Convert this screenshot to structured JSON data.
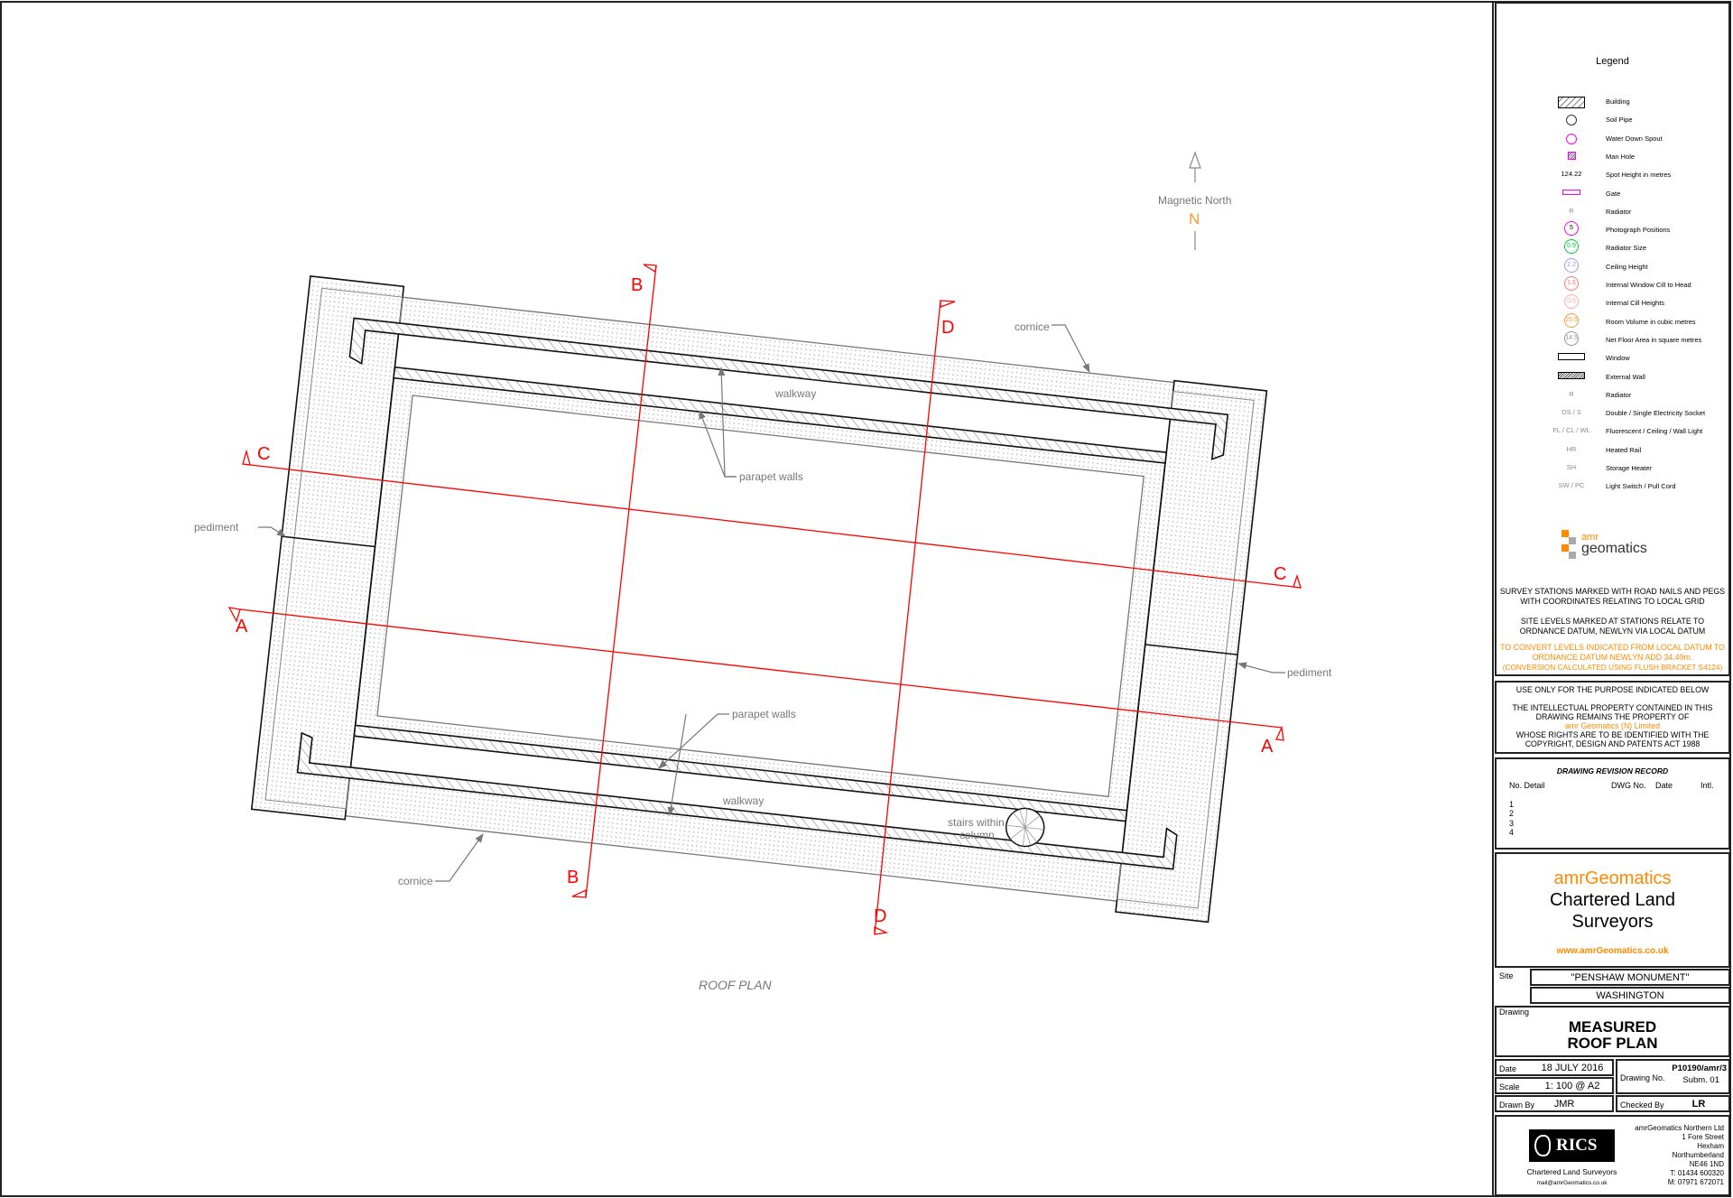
{
  "drawing": {
    "title": "ROOF PLAN",
    "north_label": "Magnetic North",
    "north_letter": "N",
    "labels": {
      "walkway_top": "walkway",
      "walkway_bottom": "walkway",
      "parapet_top": "parapet walls",
      "parapet_bottom": "parapet walls",
      "cornice_top": "cornice",
      "cornice_bottom": "cornice",
      "pediment_left": "pediment",
      "pediment_right": "pediment",
      "stairs_1": "stairs within",
      "stairs_2": "column"
    },
    "sections": {
      "a": "A",
      "b": "B",
      "c": "C",
      "d": "D"
    },
    "colors": {
      "section": "#ff0000",
      "north": "#ff9933"
    }
  },
  "legend": {
    "title": "Legend",
    "items": [
      {
        "symbol": "building-hatch",
        "label": "Building"
      },
      {
        "symbol": "soil-pipe-circle",
        "label": "Soil Pipe"
      },
      {
        "symbol": "spout-circle",
        "label": "Water Down Spout"
      },
      {
        "symbol": "manhole-square",
        "label": "Man Hole"
      },
      {
        "symbol_text": "124.22",
        "label": "Spot Height in metres"
      },
      {
        "symbol": "gate",
        "label": "Gate"
      },
      {
        "symbol_text": "R",
        "label": "Radiator"
      },
      {
        "symbol_text": "5",
        "label": "Photograph Positions",
        "color": "#ff00ff"
      },
      {
        "symbol_text": "0.9",
        "label": "Radiator Size",
        "color": "#00cc33"
      },
      {
        "symbol_text": "2.2",
        "label": "Ceiling Height",
        "color": "#9999ff"
      },
      {
        "symbol_text": "1.6",
        "label": "Internal Window Cill to Head",
        "color": "#ff7777"
      },
      {
        "symbol_text": "0.6",
        "label": "Internal Cill Heights",
        "color": "#ffaaaa"
      },
      {
        "symbol_text": "25.5",
        "label": "Room Volume in cubic metres",
        "color": "#ff9933"
      },
      {
        "symbol_text": "14.5",
        "label": "Net Floor Area in square metres",
        "color": "#999999"
      },
      {
        "symbol": "window",
        "label": "Window"
      },
      {
        "symbol": "external-wall",
        "label": "External Wall"
      },
      {
        "symbol_text": "R",
        "label": "Radiator"
      },
      {
        "symbol_text": "DS / S",
        "label": "Double / Single Electricity Socket"
      },
      {
        "symbol_text": "FL / CL / WL",
        "label": "Fluorescent / Ceiling / Wall Light"
      },
      {
        "symbol_text": "HR",
        "label": "Heated Rail"
      },
      {
        "symbol_text": "SH",
        "label": "Storage Heater"
      },
      {
        "symbol_text": "SW / PC",
        "label": "Light Switch / Pull Cord"
      }
    ]
  },
  "logo": {
    "small": "amr",
    "big": "geomatics"
  },
  "notes": {
    "n1": "SURVEY STATIONS MARKED WITH ROAD NAILS AND PEGS",
    "n2": "WITH COORDINATES RELATING TO LOCAL GRID",
    "n3": "SITE LEVELS MARKED AT STATIONS RELATE TO",
    "n4": "ORDNANCE DATUM, NEWLYN VIA LOCAL DATUM",
    "o1": "TO CONVERT LEVELS INDICATED FROM LOCAL DATUM TO",
    "o2": "ORDNANCE DATUM NEWLYN ADD 34.49m.",
    "o3": "(CONVERSION CALCULATED USING FLUSH BRACKET S4124)"
  },
  "copyright": {
    "l1": "USE ONLY FOR THE PURPOSE INDICATED BELOW",
    "l2": "THE INTELLECTUAL PROPERTY CONTAINED IN THIS",
    "l3": "DRAWING REMAINS THE PROPERTY OF",
    "company": "amr Geomatics (N) Limited",
    "l4": "WHOSE RIGHTS ARE TO BE IDENTIFIED WITH THE",
    "l5": "COPYRIGHT, DESIGN AND PATENTS ACT 1988"
  },
  "revision": {
    "title": "DRAWING REVISION RECORD",
    "headers": {
      "no": "No. Detail",
      "dwg": "DWG No.",
      "date": "Date",
      "intl": "Intl."
    },
    "rows": [
      "1",
      "2",
      "3",
      "4"
    ]
  },
  "company": {
    "name": "amrGeomatics",
    "line1": "Chartered Land",
    "line2": "Surveyors",
    "url": "www.amrGeomatics.co.uk"
  },
  "title_block": {
    "site_label": "Site",
    "site": "\"PENSHAW MONUMENT\"",
    "location": "WASHINGTON",
    "drawing_label": "Drawing",
    "drawing_1": "MEASURED",
    "drawing_2": "ROOF PLAN",
    "date_label": "Date",
    "date": "18 JULY 2016",
    "scale_label": "Scale",
    "scale": "1: 100 @ A2",
    "drawing_no_label": "Drawing No.",
    "drawing_no": "P10190/amr/3",
    "submission": "Subm. 01",
    "drawn_by_label": "Drawn By",
    "drawn_by": "JMR",
    "checked_by_label": "Checked By",
    "checked_by": "LR"
  },
  "footer": {
    "rics": "RICS",
    "rics_sub": "Chartered Land Surveyors",
    "email": "mail@amrGeomatics.co.uk",
    "address": [
      "amrGeomatics Northern Ltd",
      "1 Fore Street",
      "Hexham",
      "Northumberland",
      "NE46 1ND",
      "T: 01434 600320",
      "M: 07971 672071"
    ]
  }
}
